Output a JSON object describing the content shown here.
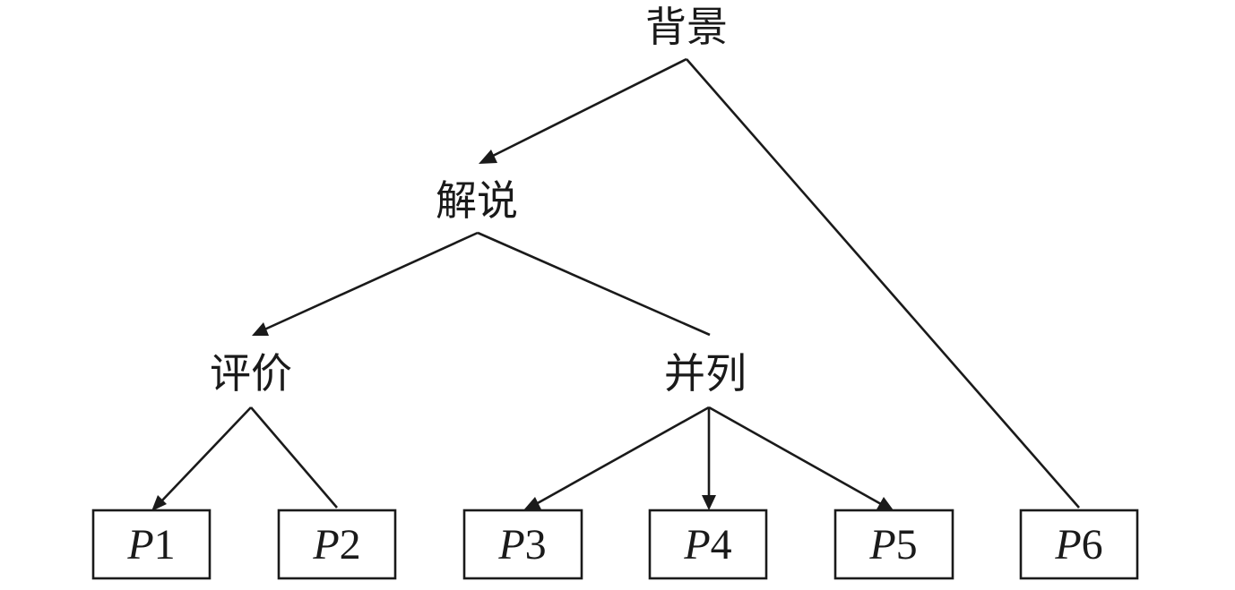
{
  "nodes": {
    "root": "背景",
    "explain": "解说",
    "evaluate": "评价",
    "parallel": "并列"
  },
  "leaves": [
    {
      "prefix": "P",
      "num": "1"
    },
    {
      "prefix": "P",
      "num": "2"
    },
    {
      "prefix": "P",
      "num": "3"
    },
    {
      "prefix": "P",
      "num": "4"
    },
    {
      "prefix": "P",
      "num": "5"
    },
    {
      "prefix": "P",
      "num": "6"
    }
  ]
}
